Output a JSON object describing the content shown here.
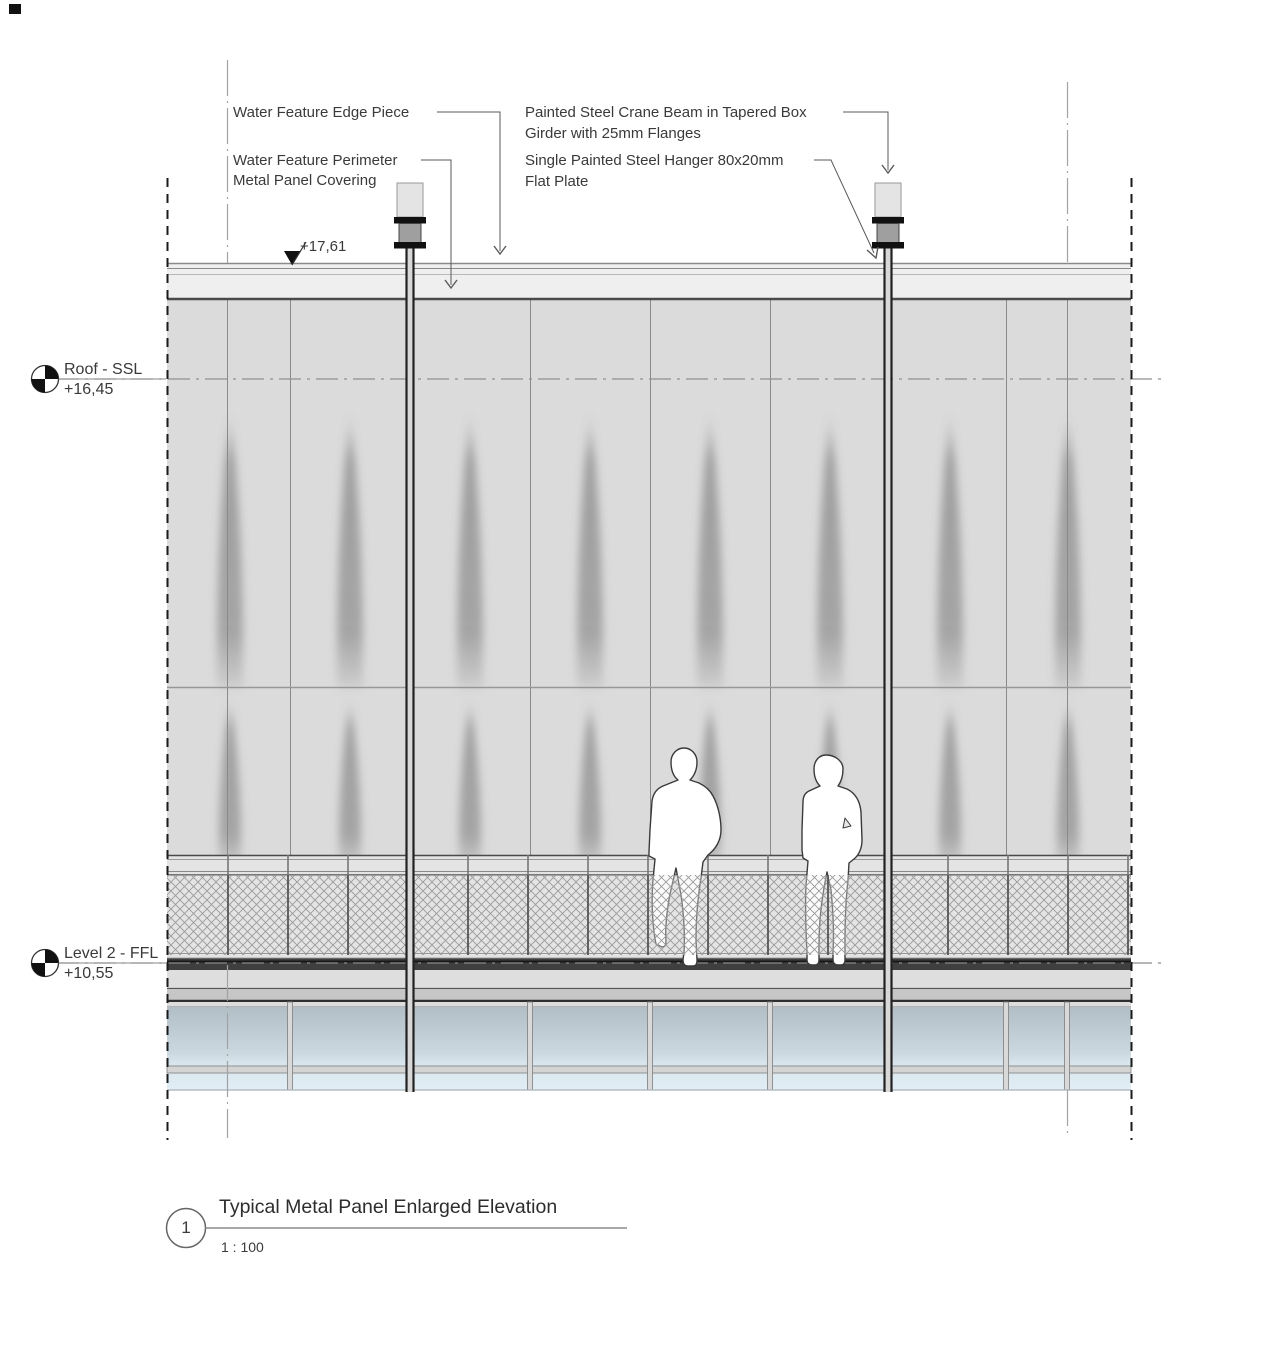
{
  "drawing": {
    "annotations": {
      "water_feature_edge": "Water Feature Edge Piece",
      "water_feature_perimeter_line1": "Water Feature Perimeter",
      "water_feature_perimeter_line2": "Metal Panel Covering",
      "crane_beam_line1": "Painted Steel Crane Beam in Tapered Box",
      "crane_beam_line2": "Girder with 25mm Flanges",
      "hanger_line1": "Single Painted Steel Hanger 80x20mm",
      "hanger_line2": "Flat Plate"
    },
    "spot_elevation": "+17,61",
    "levels": [
      {
        "name": "Roof - SSL",
        "elevation": "+16,45"
      },
      {
        "name": "Level 2 - FFL",
        "elevation": "+10,55"
      }
    ],
    "title_block": {
      "detail_number": "1",
      "title": "Typical Metal Panel Enlarged Elevation",
      "scale": "1 : 100"
    }
  },
  "colors": {
    "panel": "#dbdbdb",
    "beam_band": "#eeefee",
    "mesh_line": "#9a9a9a",
    "dark_walkway_band": "#3f3f3f",
    "glazing_top": "#b4c0c8",
    "glazing_bottom": "#e2eef5",
    "line": "#4a4a4a",
    "text": "#3a3a3a"
  }
}
